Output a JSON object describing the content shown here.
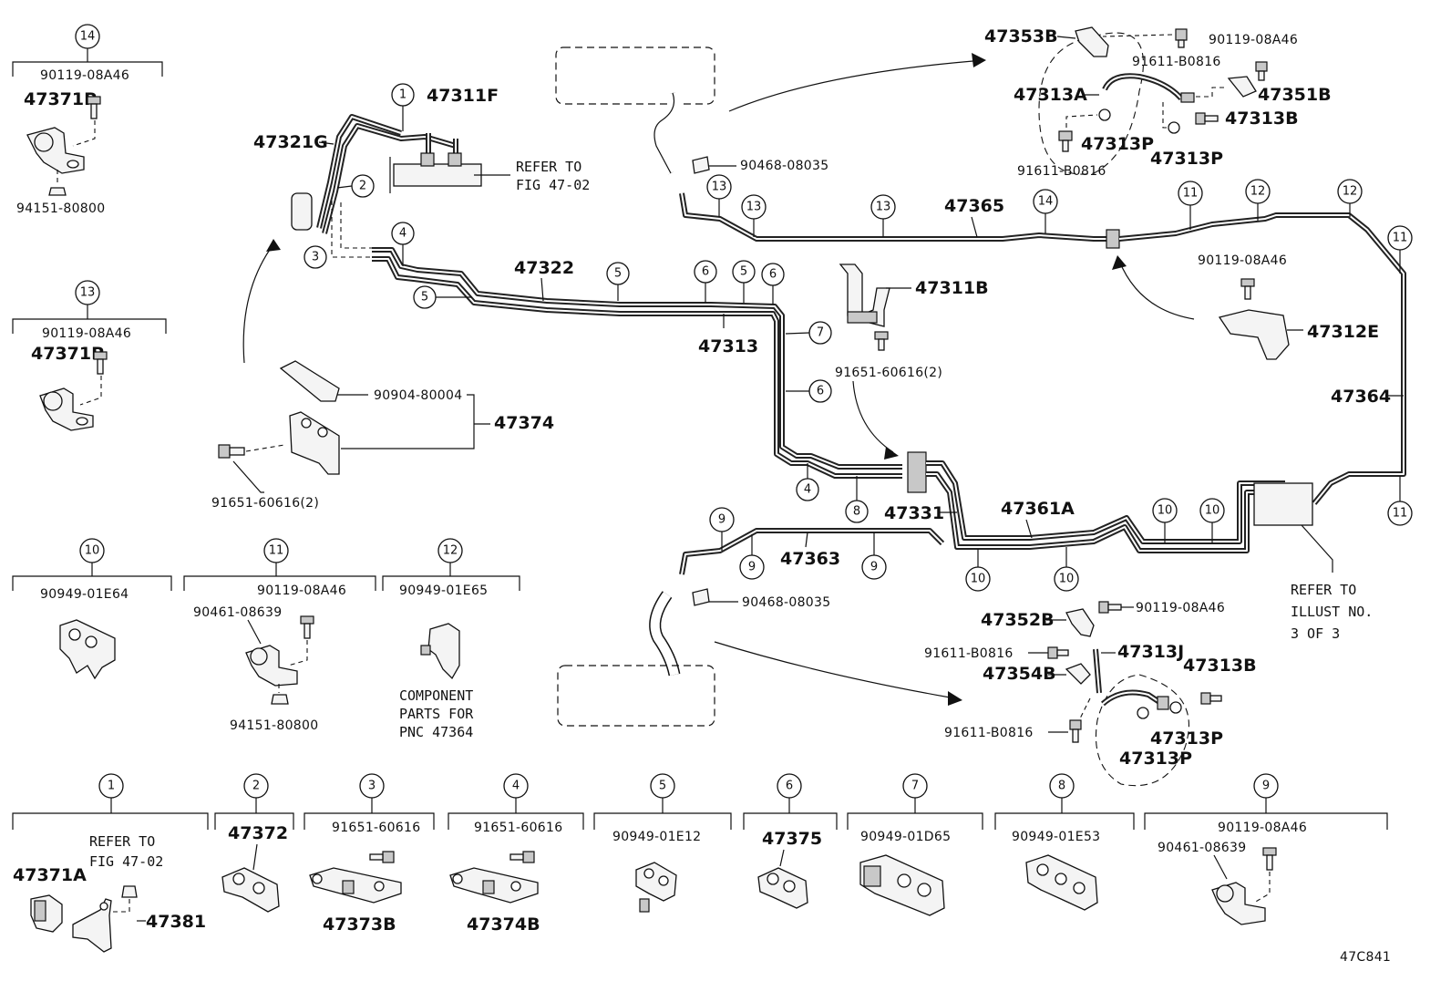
{
  "labels": {
    "pn_14_head": "90119-08A46",
    "pn_47371P_a": "47371P",
    "pn_94151_a": "94151-80800",
    "pn_13_head": "90119-08A46",
    "pn_47371P_b": "47371P",
    "pn_47321G": "47321G",
    "pn_47311F": "47311F",
    "note_refer_4702_top": "REFER TO",
    "note_refer_4702_top2": "FIG 47-02",
    "pn_47322": "47322",
    "pn_47313": "47313",
    "pn_90904": "90904-80004",
    "pn_47374": "47374",
    "pn_91651_2_a": "91651-60616(2)",
    "pn_90468_top": "90468-08035",
    "pn_47365": "47365",
    "pn_47353B": "47353B",
    "pn_90119_top_r": "90119-08A46",
    "pn_91611_top_a": "91611-B0816",
    "pn_47313A": "47313A",
    "pn_47351B": "47351B",
    "pn_47313B_top": "47313B",
    "pn_47313P_top_a": "47313P",
    "pn_47313P_top_b": "47313P",
    "pn_91611_top_b": "91611-B0816",
    "pn_47311B": "47311B",
    "pn_91651_2_b": "91651-60616(2)",
    "pn_90119_mid": "90119-08A46",
    "pn_47312E": "47312E",
    "pn_47364": "47364",
    "pn_47331": "47331",
    "pn_47361A": "47361A",
    "pn_47363": "47363",
    "pn_90468_bot": "90468-08035",
    "pn_47352B": "47352B",
    "pn_90119_bot": "90119-08A46",
    "pn_91611_bot_a": "91611-B0816",
    "pn_47313J": "47313J",
    "pn_47354B": "47354B",
    "pn_47313B_bot": "47313B",
    "pn_91611_bot_b": "91611-B0816",
    "pn_47313P_bot_a": "47313P",
    "pn_47313P_bot_b": "47313P",
    "note_refer_illust_1": "REFER TO",
    "note_refer_illust_2": "ILLUST NO.",
    "note_refer_illust_3": "3 OF 3",
    "pn_90949_01E64": "90949-01E64",
    "pn_90119_11": "90119-08A46",
    "pn_90461_11": "90461-08639",
    "pn_94151_b": "94151-80800",
    "pn_90949_01E65": "90949-01E65",
    "note_component_1": "COMPONENT",
    "note_component_2": "PARTS FOR",
    "note_component_3": "PNC 47364",
    "note_refer_4702_bot": "REFER TO",
    "note_refer_4702_bot2": "FIG 47-02",
    "pn_47371A": "47371A",
    "pn_47381": "47381",
    "pn_47372": "47372",
    "pn_91651_3": "91651-60616",
    "pn_47373B": "47373B",
    "pn_91651_4": "91651-60616",
    "pn_47374B": "47374B",
    "pn_90949_01E12": "90949-01E12",
    "pn_47375": "47375",
    "pn_90949_01D65": "90949-01D65",
    "pn_90949_01E53": "90949-01E53",
    "pn_90119_9": "90119-08A46",
    "pn_90461_9": "90461-08639",
    "figure_code": "47C841"
  },
  "callouts": {
    "c1": "1",
    "c2": "2",
    "c3": "3",
    "c4": "4",
    "c5": "5",
    "c6": "6",
    "c7": "7",
    "c8": "8",
    "c9": "9",
    "c10": "10",
    "c11": "11",
    "c12": "12",
    "c13": "13",
    "c14": "14"
  }
}
